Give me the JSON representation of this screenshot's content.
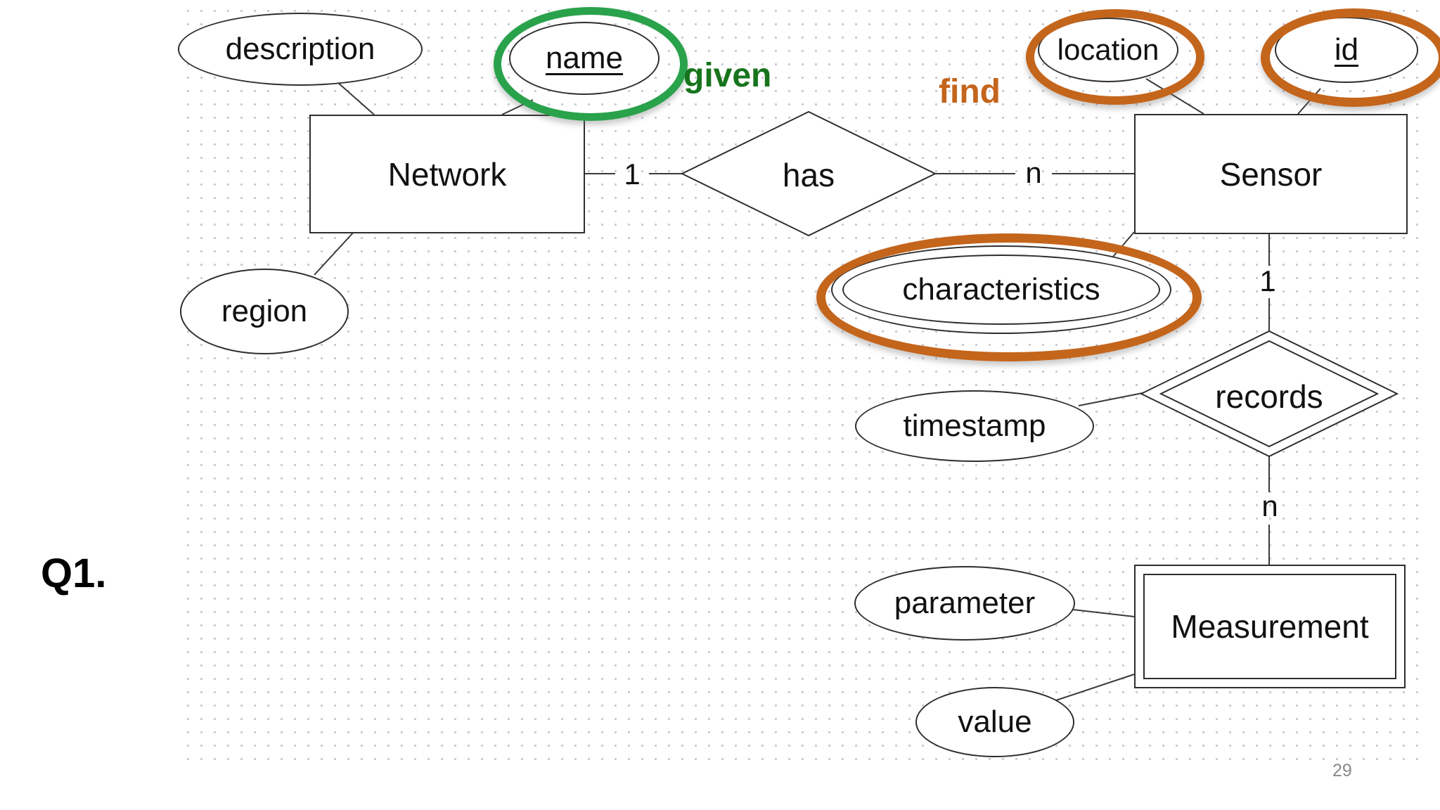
{
  "page": {
    "question_label": "Q1.",
    "page_number": "29"
  },
  "annotations": {
    "given_label": "given",
    "find_label": "find",
    "given_text_color": "#17741c",
    "find_text_color": "#c4651c",
    "highlight_green_ring_color": "#2aa24b",
    "highlight_orange_ring_color": "#c4651c",
    "page_number_color": "#8a8a8a"
  },
  "diagram": {
    "entities": [
      {
        "label": "Network",
        "type": "strong"
      },
      {
        "label": "Sensor",
        "type": "strong"
      },
      {
        "label": "Measurement",
        "type": "weak"
      }
    ],
    "relationships": [
      {
        "label": "has",
        "type": "regular",
        "cardinality_left": "1",
        "cardinality_right": "n"
      },
      {
        "label": "records",
        "type": "identifying",
        "cardinality_top": "1",
        "cardinality_bottom": "n"
      }
    ],
    "attributes": [
      {
        "label": "description",
        "of": "Network",
        "key": false
      },
      {
        "label": "name",
        "of": "Network",
        "key": true,
        "highlight": "green"
      },
      {
        "label": "region",
        "of": "Network",
        "key": false
      },
      {
        "label": "location",
        "of": "Sensor",
        "key": false,
        "highlight": "orange"
      },
      {
        "label": "id",
        "of": "Sensor",
        "key": true,
        "highlight": "orange"
      },
      {
        "label": "characteristics",
        "of": "Sensor",
        "key": false,
        "multivalued": true,
        "highlight": "orange"
      },
      {
        "label": "timestamp",
        "of": "records",
        "key": false
      },
      {
        "label": "parameter",
        "of": "Measurement",
        "key": false
      },
      {
        "label": "value",
        "of": "Measurement",
        "key": false
      }
    ]
  }
}
